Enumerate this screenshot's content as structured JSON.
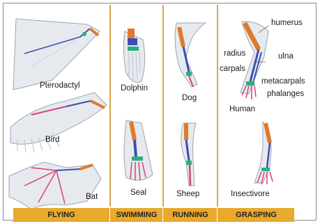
{
  "colors": {
    "humerus": "#e07a2c",
    "radius_ulna": "#3b4fb0",
    "carpals": "#2bb07a",
    "metacarpals": "#d8407a",
    "phalanges": "#c8d0e0",
    "divider": "#d9a54a",
    "footer": "#e8a92c",
    "skin": "#e6eaee"
  },
  "animals": {
    "pterodactyl": "Pterodactyl",
    "bird": "Bird",
    "bat": "Bat",
    "dolphin": "Dolphin",
    "seal": "Seal",
    "dog": "Dog",
    "sheep": "Sheep",
    "human": "Human",
    "insectivore": "Insectivore"
  },
  "bones": {
    "humerus": "humerus",
    "radius": "radius",
    "ulna": "ulna",
    "carpals": "carpals",
    "metacarpals": "metacarpals",
    "phalanges": "phalanges"
  },
  "categories": {
    "flying": "FLYING",
    "swimming": "SWIMMING",
    "running": "RUNNING",
    "grasping": "GRASPING"
  }
}
